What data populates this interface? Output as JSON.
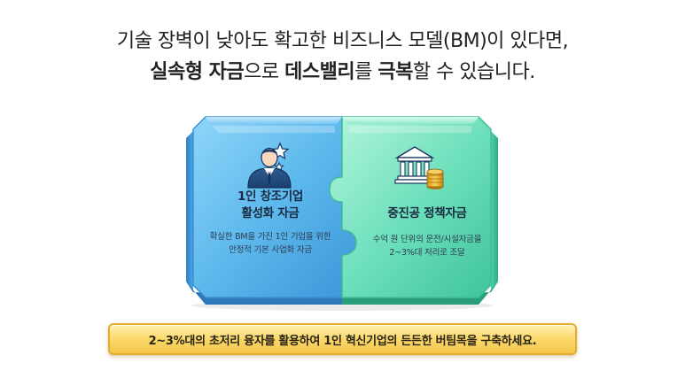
{
  "headline": {
    "line1": "기술 장벽이 낮아도 확고한 비즈니스 모델(BM)이 있다면,",
    "line2_parts": [
      {
        "text": "실속형 자금",
        "bold": true
      },
      {
        "text": "으로 ",
        "bold": false
      },
      {
        "text": "데스밸리",
        "bold": true
      },
      {
        "text": "를 ",
        "bold": false
      },
      {
        "text": "극복",
        "bold": true
      },
      {
        "text": "할 수 있습니다.",
        "bold": false
      }
    ]
  },
  "left_card": {
    "title_line1": "1인 창조기업",
    "title_line2": "활성화 자금",
    "desc_line1": "확실한 BM을 가진 1인 기업을 위한",
    "desc_line2": "안정적 기본 사업화 자금",
    "icon": "businessman-with-stars-icon",
    "color": "#5cb8ec"
  },
  "right_card": {
    "title": "중진공 정책자금",
    "desc_line1": "수억 원 단위의 운전/시설자금을",
    "desc_line2": "2~3%대 저리로 조달",
    "icon": "bank-with-coins-icon",
    "color": "#6fe0bd"
  },
  "banner": {
    "text": "2~3%대의 초저리 융자를 활용하여 1인 혁신기업의 든든한 버팀목을 구축하세요.",
    "color": "#f8d35a"
  }
}
